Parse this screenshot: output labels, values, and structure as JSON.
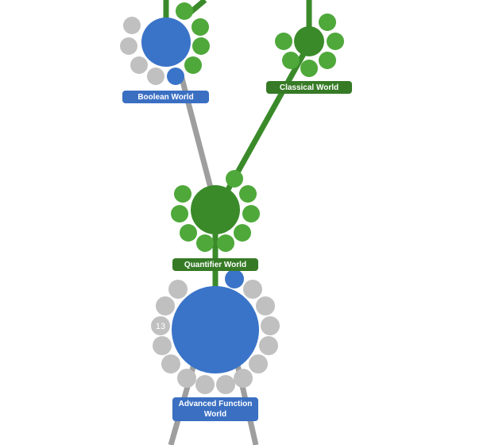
{
  "colors": {
    "completed": "#3a8a2a",
    "completed_level": "#4ea83a",
    "current": "#3a74c9",
    "locked": "#c0c0c0",
    "path_done": "#3a8a2a",
    "path_locked": "#9e9e9e"
  },
  "worlds": [
    {
      "id": "boolean",
      "label": "Boolean World",
      "state": "current",
      "levels": [
        "locked",
        "locked",
        "locked",
        "locked",
        "current",
        "completed",
        "completed",
        "completed",
        "completed"
      ]
    },
    {
      "id": "classical",
      "label": "Classical World",
      "state": "completed",
      "levels": [
        "completed",
        "completed",
        "completed",
        "completed",
        "completed",
        "completed"
      ]
    },
    {
      "id": "quantifier",
      "label": "Quantifier World",
      "state": "completed",
      "levels": [
        "completed",
        "completed",
        "completed",
        "completed",
        "completed",
        "completed",
        "completed",
        "completed",
        "completed"
      ]
    },
    {
      "id": "advanced-function",
      "label": "Advanced Function World",
      "state": "current",
      "levels": [
        "current",
        "locked",
        "locked",
        "locked",
        "locked",
        "locked",
        "locked",
        "locked",
        "locked",
        "locked",
        "locked",
        "locked",
        "locked",
        "locked",
        "locked"
      ],
      "level_number_shown": "13"
    }
  ]
}
